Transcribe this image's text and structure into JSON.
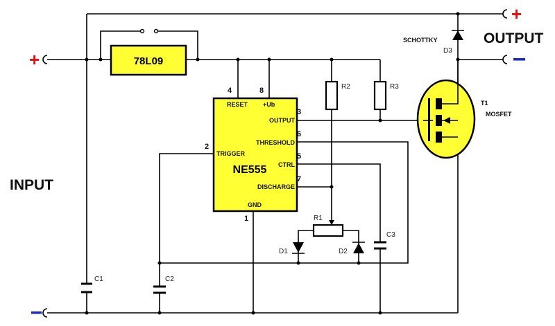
{
  "colors": {
    "component_fill": "#ffff33",
    "plus": "#e01010",
    "minus": "#1a2bb0",
    "wire": "#000000"
  },
  "labels": {
    "input": "INPUT",
    "output": "OUTPUT",
    "schottky": "SCHOTTKY",
    "d3": "D3",
    "t1": "T1",
    "mosfet": "MOSFET",
    "regulator": "78L09",
    "ic": "NE555",
    "c1": "C1",
    "c2": "C2",
    "c3": "C3",
    "r1": "R1",
    "r2": "R2",
    "r3": "R3",
    "d1": "D1",
    "d2": "D2",
    "plus": "+",
    "minus": "−"
  },
  "ic_pins": {
    "reset": {
      "name": "RESET",
      "num": "4"
    },
    "ub": {
      "name": "+Ub",
      "num": "8"
    },
    "output": {
      "name": "OUTPUT",
      "num": "3"
    },
    "threshold": {
      "name": "THRESHOLD",
      "num": "6"
    },
    "ctrl": {
      "name": "CTRL",
      "num": "5"
    },
    "discharge": {
      "name": "DISCHARGE",
      "num": "7"
    },
    "trigger": {
      "name": "TRIGGER",
      "num": "2"
    },
    "gnd": {
      "name": "GND",
      "num": "1"
    }
  }
}
